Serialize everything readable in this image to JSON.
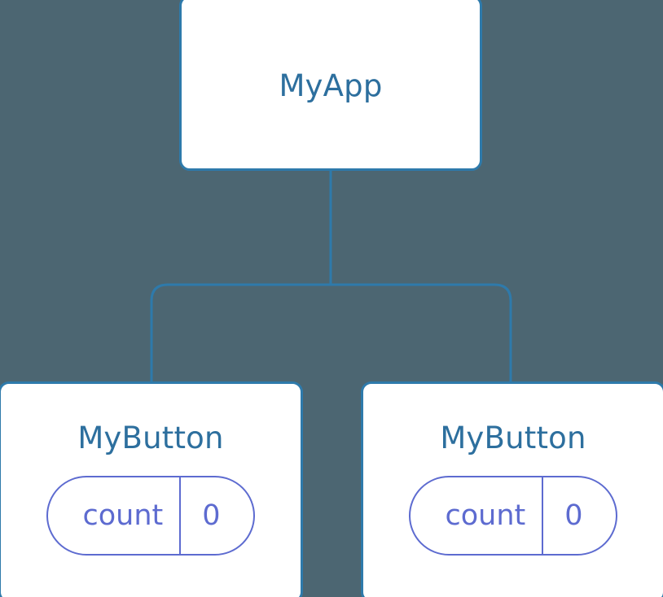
{
  "diagram": {
    "type": "component-tree",
    "background_color": "#4c6672",
    "node_border_color": "#2e7aab",
    "node_fill_color": "#ffffff",
    "node_text_color": "#2d6f9e",
    "state_accent_color": "#5d6bd0",
    "edge_color": "#2e7aab",
    "root": {
      "label": "MyApp"
    },
    "children": [
      {
        "label": "MyButton",
        "state": {
          "key": "count",
          "value": "0"
        }
      },
      {
        "label": "MyButton",
        "state": {
          "key": "count",
          "value": "0"
        }
      }
    ]
  }
}
